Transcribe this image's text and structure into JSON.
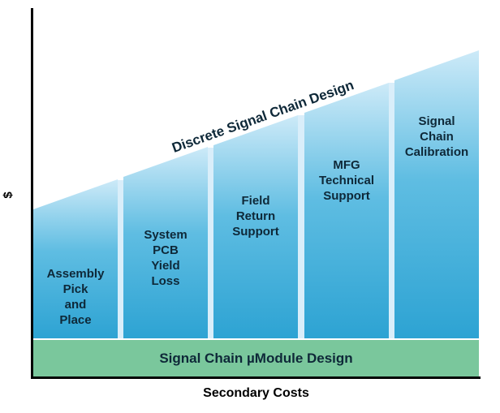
{
  "chart_data": {
    "type": "bar",
    "title": "",
    "xlabel": "Secondary Costs",
    "ylabel": "$",
    "diagonal_label": "Discrete Signal Chain Design",
    "base_band_label": "Signal Chain µModule Design",
    "categories": [
      "Assembly Pick and Place",
      "System PCB Yield Loss",
      "Field Return Support",
      "MFG Technical Support",
      "Signal Chain Calibration"
    ],
    "bar_labels_multiline": [
      "Assembly\nPick\nand\nPlace",
      "System\nPCB\nYield\nLoss",
      "Field\nReturn\nSupport",
      "MFG\nTechnical\nSupport",
      "Signal\nChain\nCalibration"
    ],
    "relative_heights": [
      1.0,
      1.2,
      1.4,
      1.6,
      1.8
    ],
    "legend_position": "none",
    "grid": false,
    "colors": {
      "bar_gradient_top": "#cdeaf8",
      "bar_gradient_bottom": "#2da3d3",
      "gap": "#d9eefa",
      "base_band": "#7ac79c",
      "label_text": "#0e2838",
      "axis": "#000000"
    }
  }
}
